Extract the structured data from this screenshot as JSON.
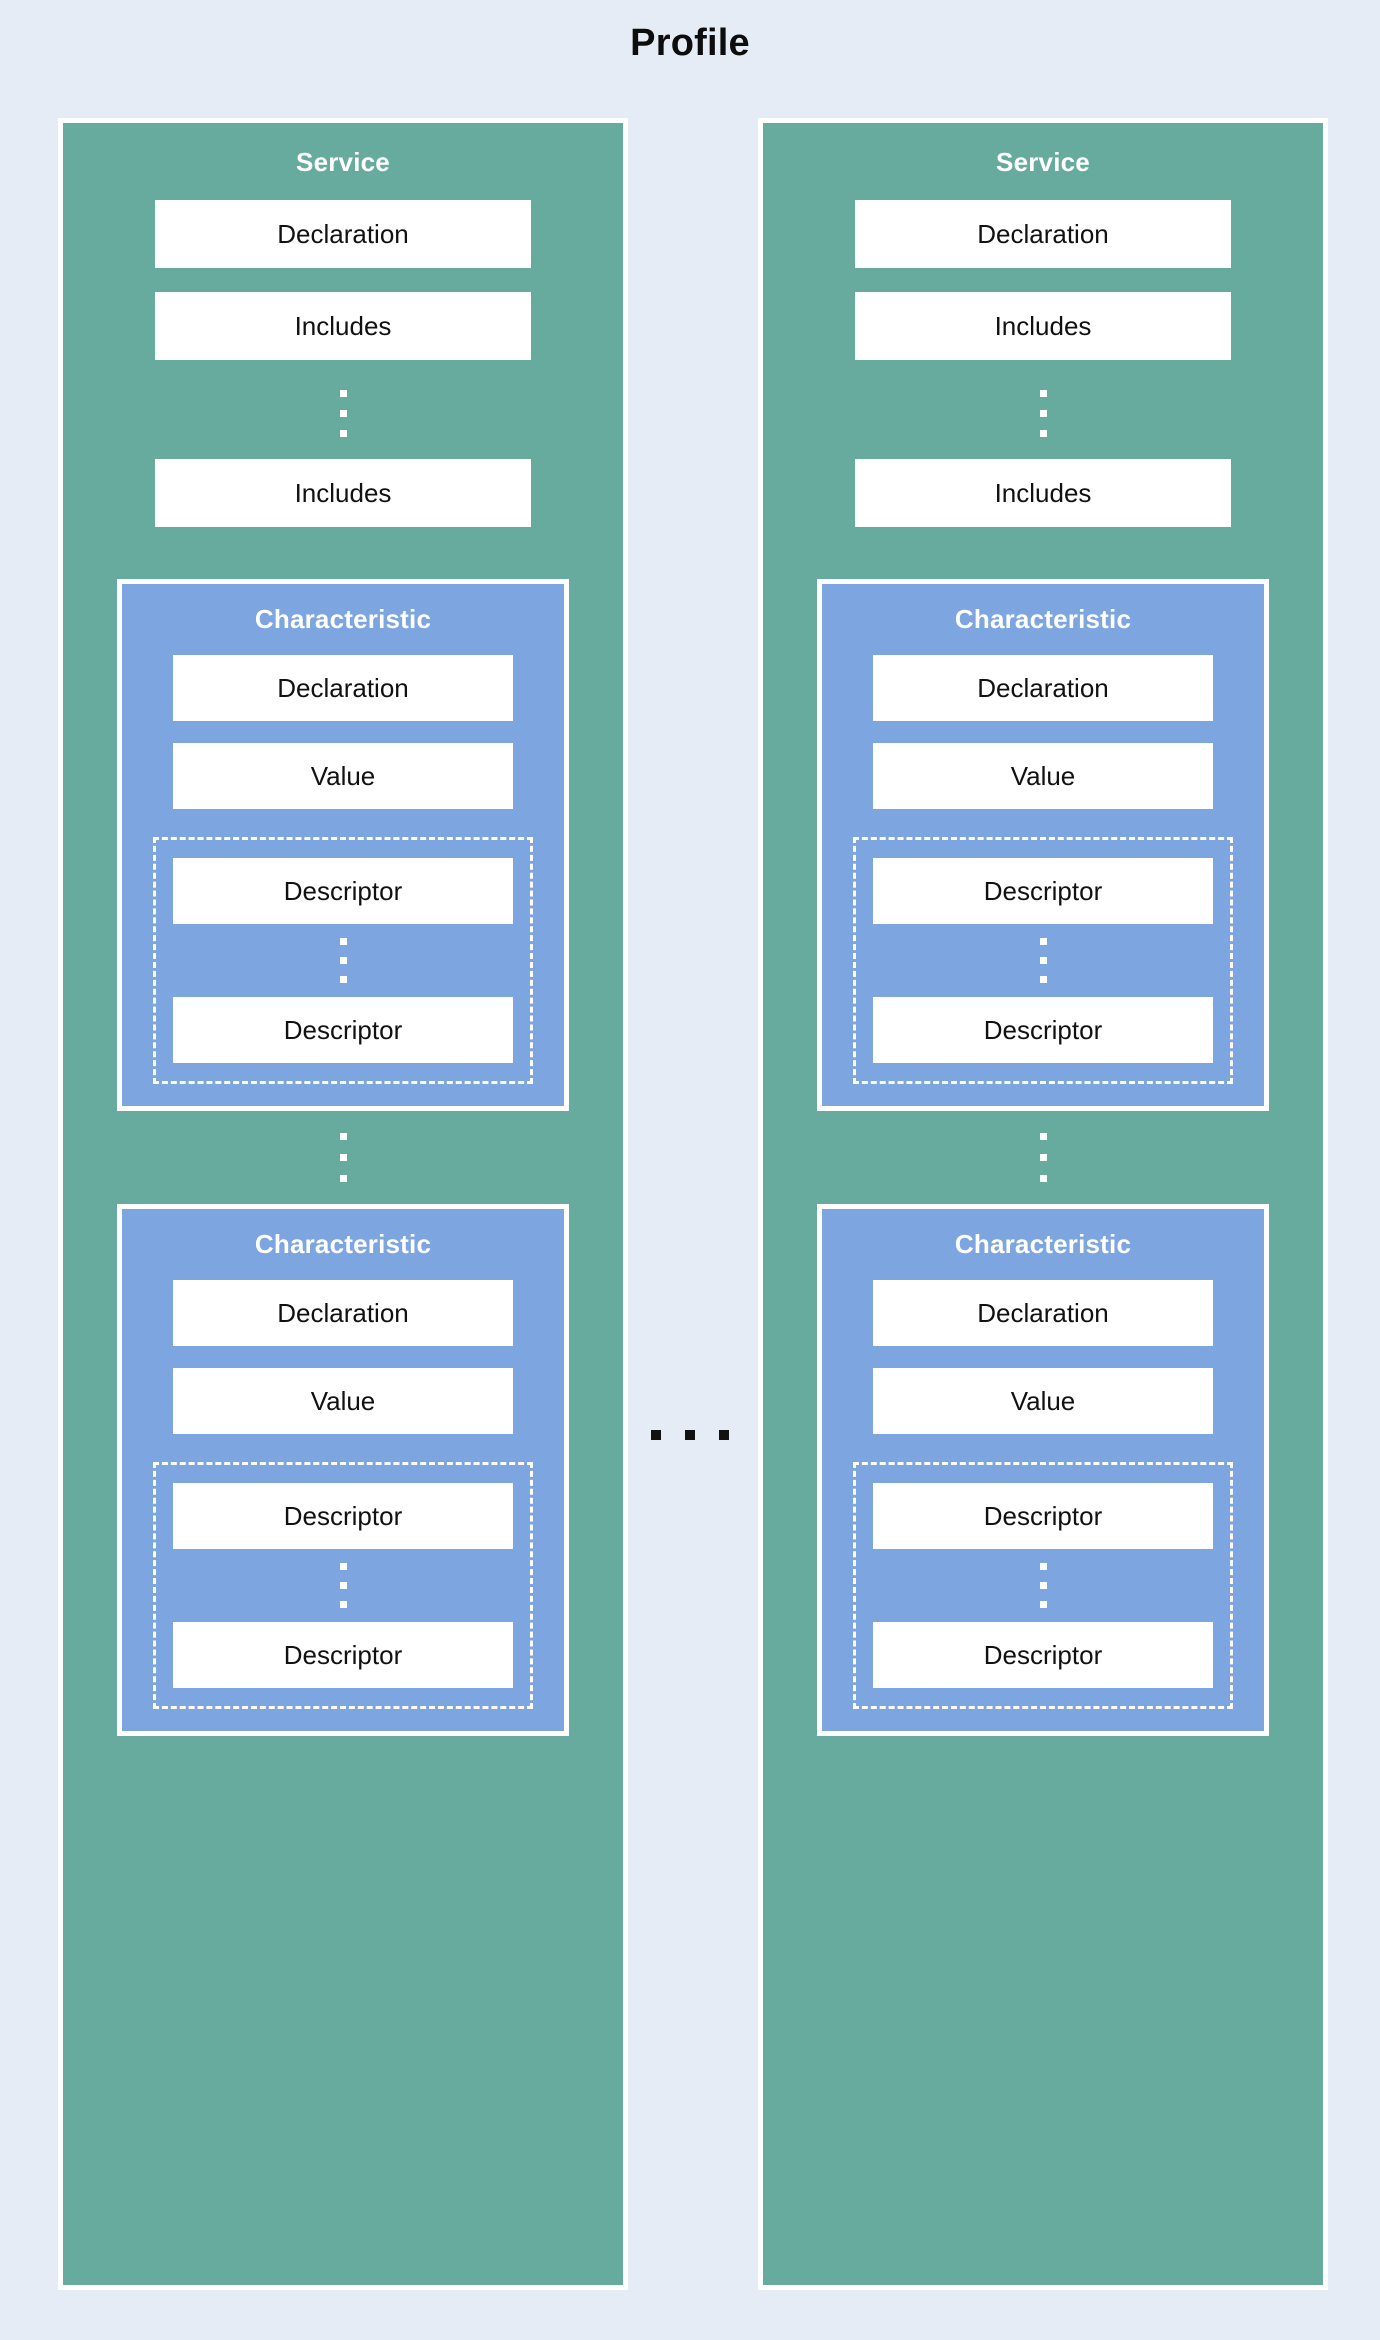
{
  "diagram": {
    "title": "Profile",
    "background_color": "#e6ecf5",
    "service_color": "#66ab9e",
    "characteristic_color": "#7da5e0",
    "leaf_color": "#ffffff",
    "border_color": "#ffffff",
    "dot_color_on_fill": "#ffffff",
    "dot_color_on_background": "#111111",
    "ellipsis_between_columns": "...",
    "services": [
      {
        "title": "Service",
        "leaves": [
          {
            "label": "Declaration"
          },
          {
            "label": "Includes"
          }
        ],
        "ellipsis_after_includes": "vertical-ellipsis",
        "trailing_leaf": {
          "label": "Includes"
        },
        "characteristics": [
          {
            "title": "Characteristic",
            "leaves": [
              {
                "label": "Declaration"
              },
              {
                "label": "Value"
              }
            ],
            "descriptors": {
              "first": {
                "label": "Descriptor"
              },
              "ellipsis": "vertical-ellipsis",
              "last": {
                "label": "Descriptor"
              }
            }
          },
          {
            "title": "Characteristic",
            "leaves": [
              {
                "label": "Declaration"
              },
              {
                "label": "Value"
              }
            ],
            "descriptors": {
              "first": {
                "label": "Descriptor"
              },
              "ellipsis": "vertical-ellipsis",
              "last": {
                "label": "Descriptor"
              }
            }
          }
        ],
        "ellipsis_between_characteristics": "vertical-ellipsis"
      },
      {
        "title": "Service",
        "leaves": [
          {
            "label": "Declaration"
          },
          {
            "label": "Includes"
          }
        ],
        "ellipsis_after_includes": "vertical-ellipsis",
        "trailing_leaf": {
          "label": "Includes"
        },
        "characteristics": [
          {
            "title": "Characteristic",
            "leaves": [
              {
                "label": "Declaration"
              },
              {
                "label": "Value"
              }
            ],
            "descriptors": {
              "first": {
                "label": "Descriptor"
              },
              "ellipsis": "vertical-ellipsis",
              "last": {
                "label": "Descriptor"
              }
            }
          },
          {
            "title": "Characteristic",
            "leaves": [
              {
                "label": "Declaration"
              },
              {
                "label": "Value"
              }
            ],
            "descriptors": {
              "first": {
                "label": "Descriptor"
              },
              "ellipsis": "vertical-ellipsis",
              "last": {
                "label": "Descriptor"
              }
            }
          }
        ],
        "ellipsis_between_characteristics": "vertical-ellipsis"
      }
    ]
  }
}
